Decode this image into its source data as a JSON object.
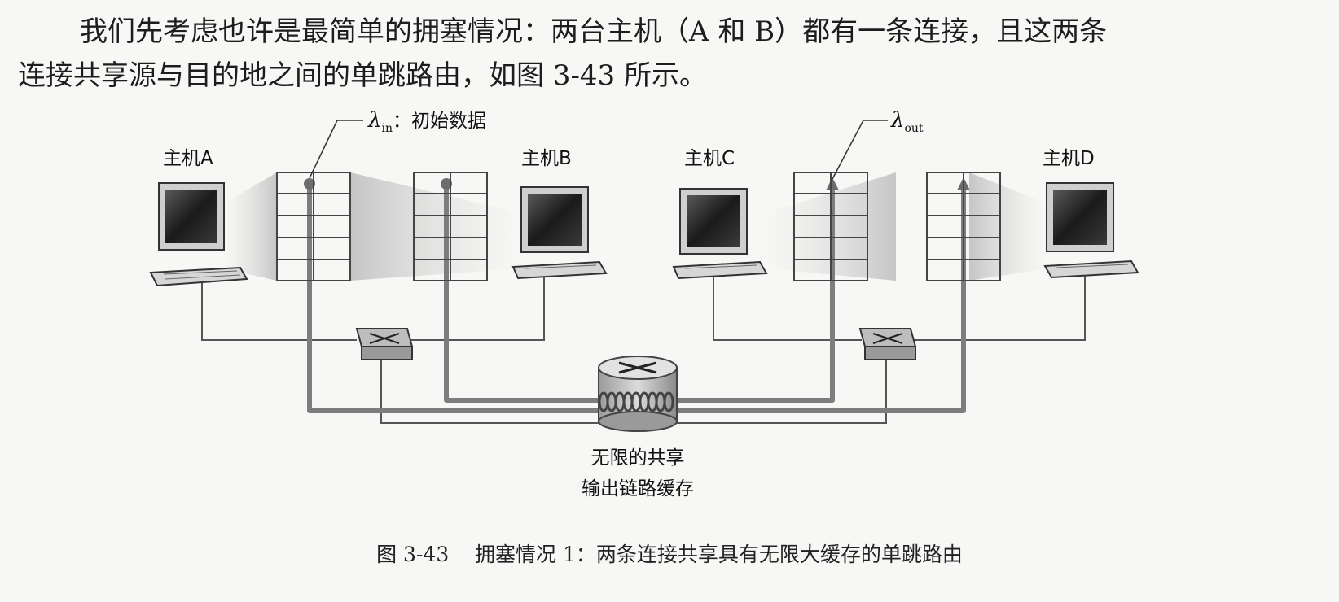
{
  "paragraph": {
    "line1": "我们先考虑也许是最简单的拥塞情况：两台主机（A 和 B）都有一条连接，且这两条",
    "line2": "连接共享源与目的地之间的单跳路由，如图 3-43 所示。"
  },
  "figure": {
    "hosts": {
      "a": "主机A",
      "b": "主机B",
      "c": "主机C",
      "d": "主机D"
    },
    "lambda_in": {
      "symbol": "λ",
      "subscript": "in",
      "text": "：初始数据"
    },
    "lambda_out": {
      "symbol": "λ",
      "subscript": "out"
    },
    "router_label": {
      "line1": "无限的共享",
      "line2": "输出链路缓存"
    }
  },
  "caption": "图 3-43    拥塞情况 1：两条连接共享具有无限大缓存的单跳路由",
  "colors": {
    "flow_line": "#7d7d7d",
    "lan_line": "#555555",
    "buffer_border": "#444444",
    "monitor_screen": "#2b2b2b"
  }
}
